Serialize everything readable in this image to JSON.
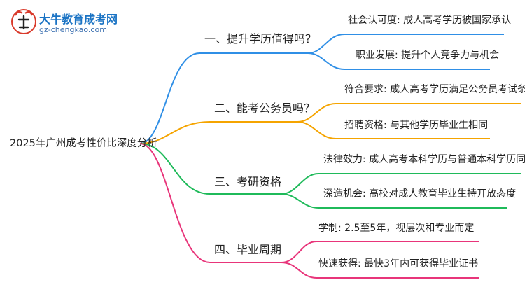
{
  "logo": {
    "name": "大牛教育成考网",
    "url_text": "gz-chengkao.com"
  },
  "mindmap": {
    "root": "2025年广州成考性价比深度分析",
    "branches": [
      {
        "label": "一、提升学历值得吗？",
        "color": "#2f8fe6",
        "leaves": [
          "社会认可度: 成人高考学历被国家承认",
          "职业发展: 提升个人竞争力与机会"
        ]
      },
      {
        "label": "二、能考公务员吗？",
        "color": "#f5a400",
        "leaves": [
          "符合要求: 成人高考学历满足公务员考试条件",
          "招聘资格: 与其他学历毕业生相同"
        ]
      },
      {
        "label": "三、考研资格",
        "color": "#1fba5a",
        "leaves": [
          "法律效力: 成人高考本科学历与普通本科学历同等",
          "深造机会: 高校对成人教育毕业生持开放态度"
        ]
      },
      {
        "label": "四、毕业周期",
        "color": "#e8357a",
        "leaves": [
          "学制: 2.5至5年，视层次和专业而定",
          "快速获得: 最快3年内可获得毕业证书"
        ]
      }
    ]
  }
}
